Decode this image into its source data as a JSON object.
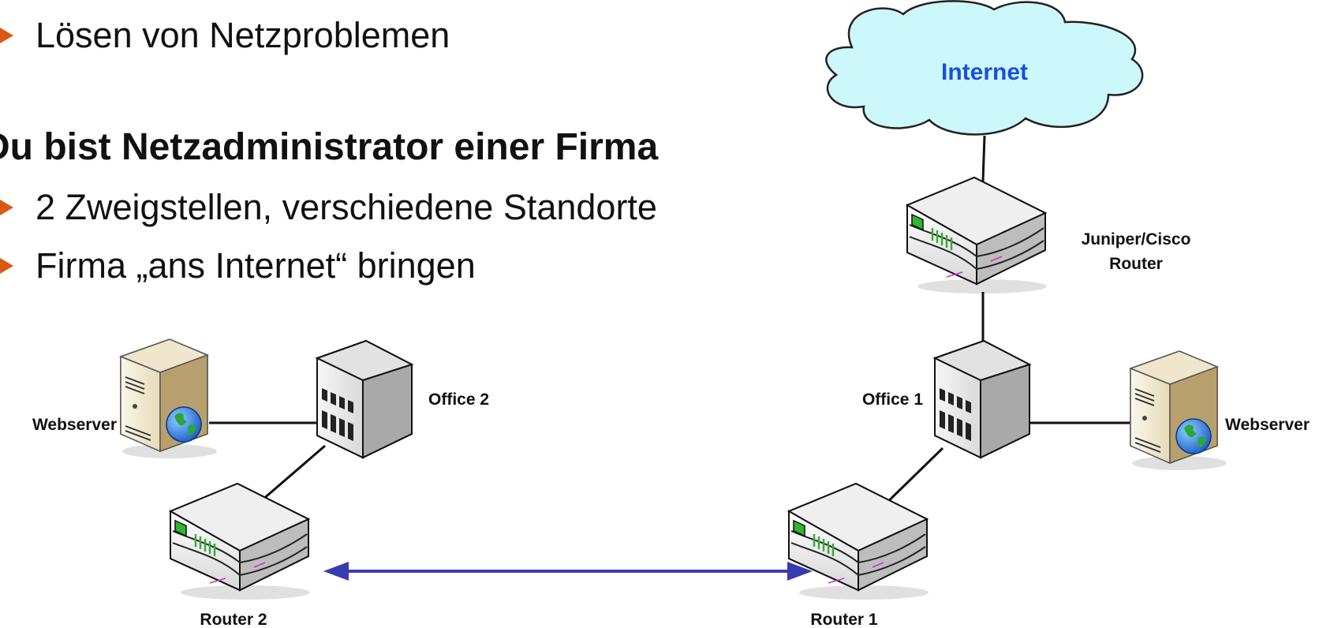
{
  "slide": {
    "bullets_top": [
      {
        "text": "Lösen von Netzproblemen"
      }
    ],
    "heading": "Du bist Netzadministrator einer Firma",
    "bullets_sub": [
      {
        "text": "2 Zweigstellen, verschiedene Standorte"
      },
      {
        "text": "Firma „ans Internet“ bringen"
      }
    ]
  },
  "diagram": {
    "internet_label": "Internet",
    "core_router_label_line1": "Juniper/Cisco",
    "core_router_label_line2": "Router",
    "office1_label": "Office 1",
    "office2_label": "Office 2",
    "webserver_left_label": "Webserver",
    "webserver_right_label": "Webserver",
    "router1_label": "Router 1",
    "router2_label": "Router 2",
    "colors": {
      "accent_bullet": "#d85a12",
      "cloud_fill": "#ccf8fb",
      "internet_text": "#1a4fe0",
      "link_arrow": "#3a3ab0"
    }
  }
}
